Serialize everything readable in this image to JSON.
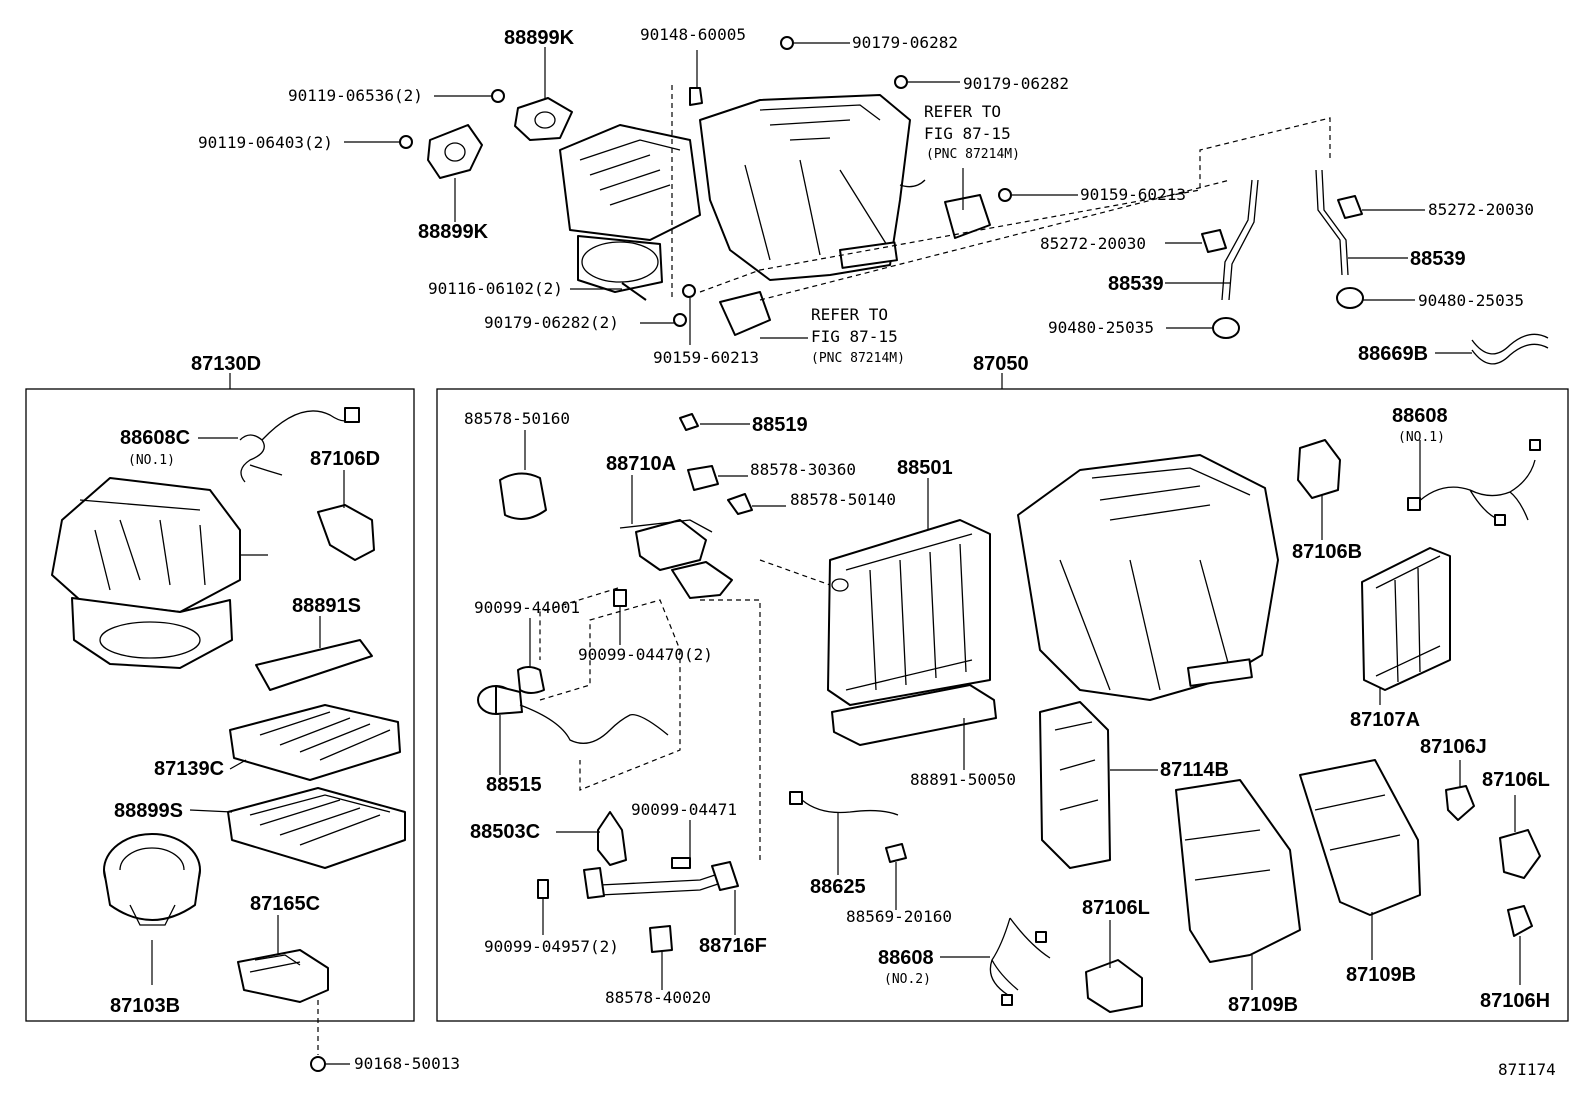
{
  "diagram_id": "87I174",
  "groups": {
    "left_assembly": "87130D",
    "right_assembly": "87050"
  },
  "refer_to": {
    "line1": "REFER TO",
    "line2": "FIG 87-15",
    "line3": "(PNC 87214M)"
  },
  "top_labels": {
    "l_88899k_a": "88899K",
    "l_90148": "90148-60005",
    "l_90179_a": "90179-06282",
    "l_90179_b": "90179-06282",
    "l_90119_a": "90119-06536(2)",
    "l_90119_b": "90119-06403(2)",
    "l_88899k_b": "88899K",
    "l_90159_a": "90159-60213",
    "l_85272_a": "85272-20030",
    "l_85272_b": "85272-20030",
    "l_88539_a": "88539",
    "l_88539_b": "88539",
    "l_90480_a": "90480-25035",
    "l_90480_b": "90480-25035",
    "l_88669b": "88669B",
    "l_90116": "90116-06102(2)",
    "l_90179_c": "90179-06282(2)",
    "l_90159_b": "90159-60213"
  },
  "left_labels": {
    "l_88608c": "88608C",
    "l_88608c_note": "(NO.1)",
    "l_87106d": "87106D",
    "l_88891s": "88891S",
    "l_87139c": "87139C",
    "l_88899s": "88899S",
    "l_87165c": "87165C",
    "l_87103b": "87103B",
    "l_90168": "90168-50013"
  },
  "right_labels": {
    "l_88578_50160": "88578-50160",
    "l_88519": "88519",
    "l_88710a": "88710A",
    "l_88578_30360": "88578-30360",
    "l_88501": "88501",
    "l_88578_50140": "88578-50140",
    "l_90099_44001": "90099-44001",
    "l_90099_04470": "90099-04470(2)",
    "l_88515": "88515",
    "l_88503c": "88503C",
    "l_90099_04471": "90099-04471",
    "l_90099_04957": "90099-04957(2)",
    "l_88716f": "88716F",
    "l_88578_40020": "88578-40020",
    "l_88891_50050": "88891-50050",
    "l_88625": "88625",
    "l_88569": "88569-20160",
    "l_88608_no2": "88608",
    "l_88608_no2_note": "(NO.2)",
    "l_87106l_a": "87106L",
    "l_87114b": "87114B",
    "l_87109b_a": "87109B",
    "l_87109b_b": "87109B",
    "l_88608_no1": "88608",
    "l_88608_no1_note": "(NO.1)",
    "l_87106b": "87106B",
    "l_87107a": "87107A",
    "l_87106j": "87106J",
    "l_87106l_b": "87106L",
    "l_87106h": "87106H"
  }
}
